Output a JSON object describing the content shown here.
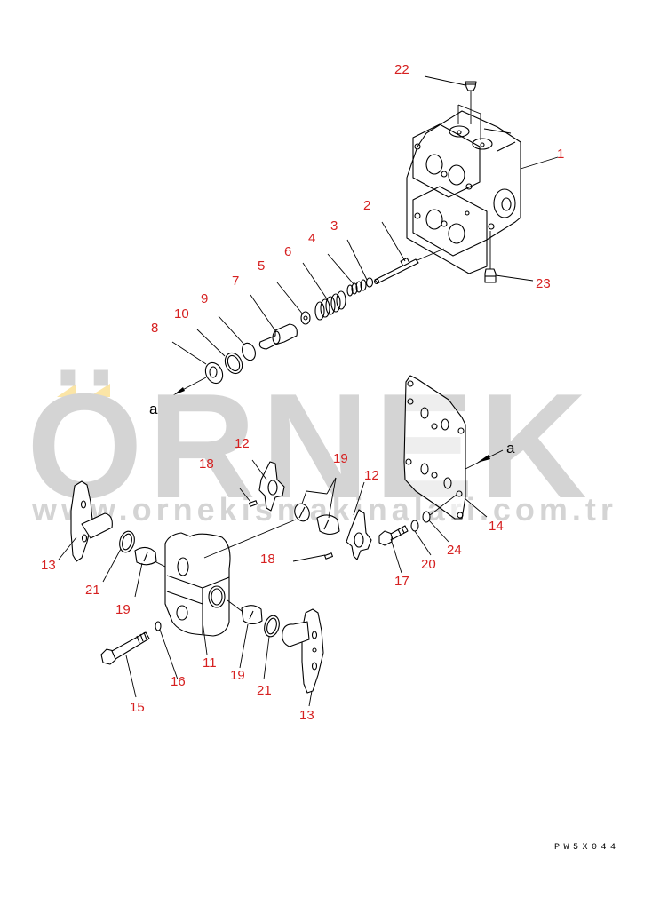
{
  "diagram": {
    "title": "Valve assembly exploded parts diagram",
    "drawing_code": "PW5X044",
    "label_color": "#d62020",
    "line_color": "#000000",
    "background": "#ffffff"
  },
  "watermark": {
    "brand": "ÖRNEK",
    "url": "www.ornekiismakinalari.com.tr",
    "url_display": "www.ornekismakinalari.com.tr",
    "text_color": "#d4d4d4",
    "accent_color": "#fbe5a6"
  },
  "reference_marks": [
    {
      "id": "a-upper",
      "text": "a"
    },
    {
      "id": "a-right",
      "text": "a"
    }
  ],
  "callouts": [
    {
      "num": "1",
      "part": "valve body"
    },
    {
      "num": "2",
      "part": "spool"
    },
    {
      "num": "3",
      "part": "ring"
    },
    {
      "num": "4",
      "part": "spring"
    },
    {
      "num": "5",
      "part": "retainer"
    },
    {
      "num": "6",
      "part": "spring seat"
    },
    {
      "num": "7",
      "part": "piston"
    },
    {
      "num": "8",
      "part": "cap"
    },
    {
      "num": "9",
      "part": "o-ring"
    },
    {
      "num": "10",
      "part": "seal"
    },
    {
      "num": "11",
      "part": "block"
    },
    {
      "num": "12",
      "part": "lever (upper left)"
    },
    {
      "num": "12",
      "part": "lever (upper right)"
    },
    {
      "num": "13",
      "part": "lever (left)"
    },
    {
      "num": "13",
      "part": "lever (right)"
    },
    {
      "num": "14",
      "part": "gasket plate"
    },
    {
      "num": "15",
      "part": "bolt"
    },
    {
      "num": "16",
      "part": "washer"
    },
    {
      "num": "17",
      "part": "bolt"
    },
    {
      "num": "18",
      "part": "pin (upper)"
    },
    {
      "num": "18",
      "part": "pin (middle)"
    },
    {
      "num": "19",
      "part": "bushing (upper)"
    },
    {
      "num": "19",
      "part": "bushing (left)"
    },
    {
      "num": "19",
      "part": "bushing (right)"
    },
    {
      "num": "20",
      "part": "washer"
    },
    {
      "num": "21",
      "part": "seal (left)"
    },
    {
      "num": "21",
      "part": "seal (right)"
    },
    {
      "num": "22",
      "part": "plug (top)"
    },
    {
      "num": "23",
      "part": "plug (bottom)"
    },
    {
      "num": "24",
      "part": "o-ring"
    }
  ]
}
